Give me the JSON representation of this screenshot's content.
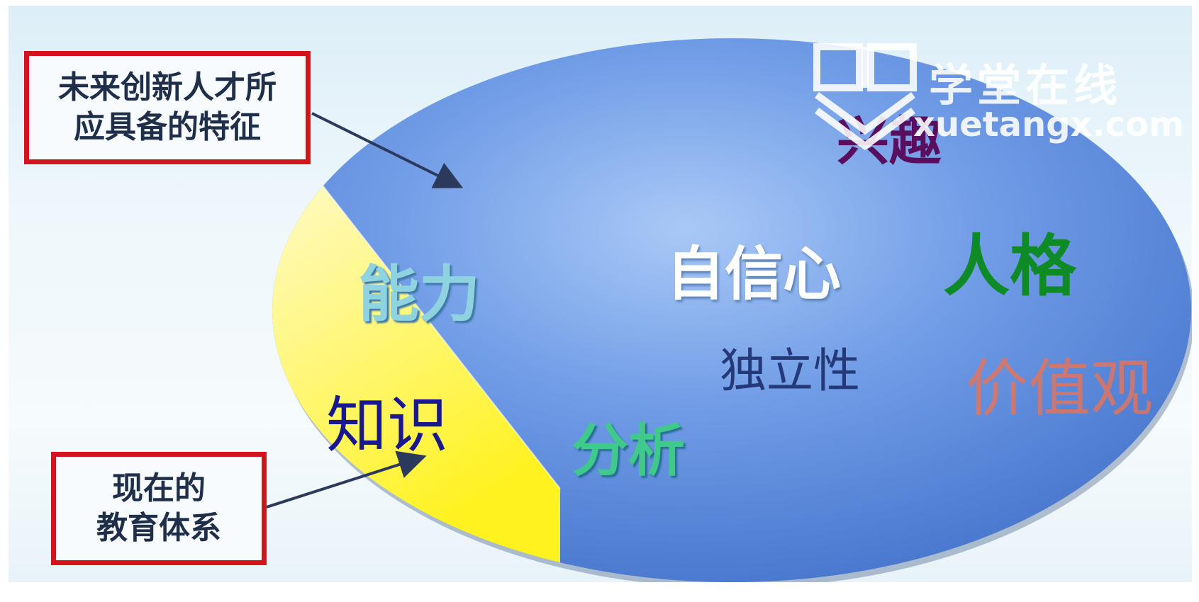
{
  "labels": {
    "future_line1": "未来创新人才所",
    "future_line2": "应具备的特征",
    "education_line1": "现在的",
    "education_line2": "教育体系"
  },
  "words": {
    "ability": "能力",
    "knowledge": "知识",
    "analysis": "分析",
    "confidence": "自信心",
    "independence": "独立性",
    "interest": "兴趣",
    "personality": "人格",
    "values": "价值观"
  },
  "watermark": {
    "name": "学堂在线",
    "url": "xuetangx.com"
  },
  "colors": {
    "ellipse_blue": "#5d8fdf",
    "knowledge_yellow": "#fff23a",
    "box_border": "#d4141c",
    "arrow": "#2b3a5c"
  }
}
